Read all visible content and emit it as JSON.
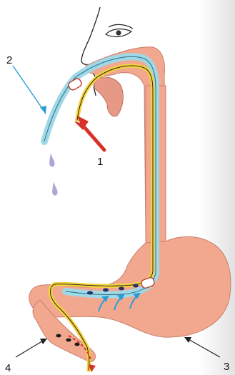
{
  "labels": {
    "one": "1",
    "two": "2",
    "three": "3",
    "four": "4"
  },
  "icons": {
    "tube_inlet_arrow": "red-arrow-icon",
    "drip": "liquid-drop-icon",
    "secretion": "blue-arrow-icon"
  },
  "colors": {
    "organ": "#f2a88f",
    "organ_outline": "#c97f6e",
    "outer_tube": "#9fd8e6",
    "inner_tube": "#f4d23c",
    "drop": "#b0a6d6",
    "red_arrow": "#d8312a",
    "blue_pointer": "#2a9fd6",
    "dark_dots": "#2a2f6e"
  }
}
